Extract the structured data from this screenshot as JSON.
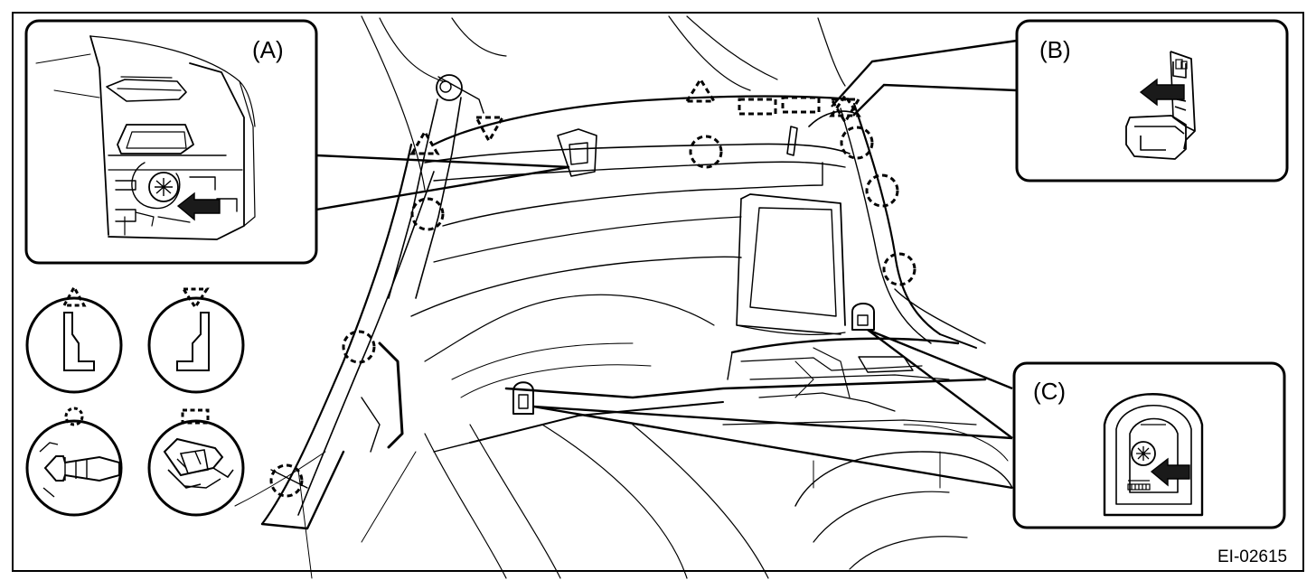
{
  "diagram": {
    "callouts": {
      "a": "(A)",
      "b": "(B)",
      "c": "(C)"
    },
    "reference_code": "EI-02615",
    "legend_symbols": [
      "dashed-triangle-clip",
      "dashed-inverted-triangle-clip",
      "dashed-circle-clip",
      "dashed-rectangle-clip"
    ],
    "colors": {
      "line": "#000000",
      "background": "#ffffff",
      "arrow_fill": "#1a1a1a"
    }
  }
}
